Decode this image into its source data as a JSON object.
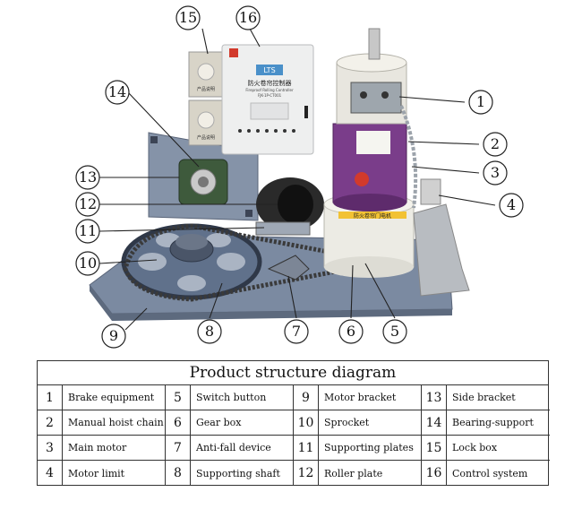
{
  "device": {
    "brand_badge": "LTS",
    "controller_title": "防火卷帘控制器",
    "controller_subtitle": "Fireproof Rolling Controller",
    "controller_model": "FJK-1P-CT001",
    "lockbox_caption": "产品说明",
    "gearbox_label": "防火卷帘门电机"
  },
  "callouts": [
    "1",
    "2",
    "3",
    "4",
    "5",
    "6",
    "7",
    "8",
    "9",
    "10",
    "11",
    "12",
    "13",
    "14",
    "15",
    "16"
  ],
  "table": {
    "title": "Product structure diagram",
    "parts": [
      {
        "num": "1",
        "name": "Brake equipment"
      },
      {
        "num": "5",
        "name": "Switch button"
      },
      {
        "num": "9",
        "name": "Motor bracket"
      },
      {
        "num": "13",
        "name": "Side bracket"
      },
      {
        "num": "2",
        "name": "Manual hoist chain"
      },
      {
        "num": "6",
        "name": "Gear box"
      },
      {
        "num": "10",
        "name": "Sprocket"
      },
      {
        "num": "14",
        "name": "Bearing-support"
      },
      {
        "num": "3",
        "name": "Main motor"
      },
      {
        "num": "7",
        "name": "Anti-fall device"
      },
      {
        "num": "11",
        "name": "Supporting plates"
      },
      {
        "num": "15",
        "name": "Lock box"
      },
      {
        "num": "4",
        "name": "Motor limit"
      },
      {
        "num": "8",
        "name": "Supporting shaft"
      },
      {
        "num": "12",
        "name": "Roller plate"
      },
      {
        "num": "16",
        "name": "Control system"
      }
    ]
  }
}
